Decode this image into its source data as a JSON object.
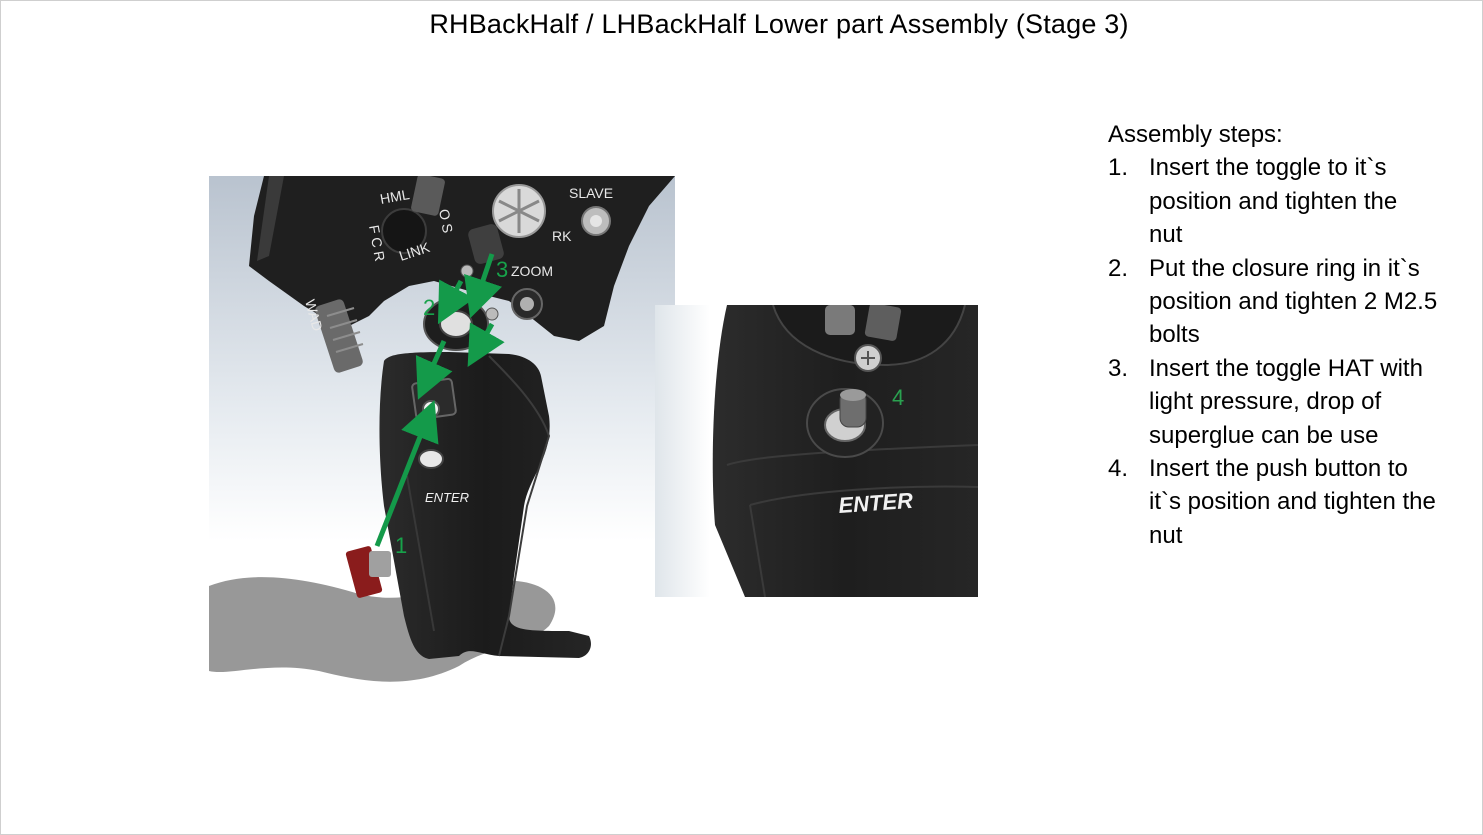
{
  "slide": {
    "title": "RHBackHalf / LHBackHalf Lower part Assembly (Stage 3)"
  },
  "main_figure": {
    "panel_labels": {
      "hml": "HML",
      "slave": "SLAVE",
      "link": "LINK",
      "fcr": "F C R",
      "os": "O S",
      "rk": "RK",
      "zoom": "ZOOM",
      "wad": "WAD",
      "enter": "ENTER"
    },
    "callouts": [
      "1",
      "2",
      "3"
    ],
    "arrow_color": "#149a4a"
  },
  "detail_figure": {
    "enter_label": "ENTER",
    "callout": "4",
    "callout_color": "#2aa150"
  },
  "steps": {
    "heading": "Assembly steps:",
    "items": [
      {
        "num": "1.",
        "lines": [
          "Insert the toggle to it`s",
          "position and tighten the",
          "nut"
        ]
      },
      {
        "num": "2.",
        "lines": [
          "Put the closure ring in it`s",
          "position and tighten 2 M2.5",
          "bolts"
        ]
      },
      {
        "num": "3.",
        "lines": [
          "Insert the toggle HAT with",
          "light pressure, drop of",
          "superglue can be use"
        ]
      },
      {
        "num": "4.",
        "lines": [
          "Insert the push button to",
          "it`s position and tighten the",
          "nut"
        ]
      }
    ]
  }
}
